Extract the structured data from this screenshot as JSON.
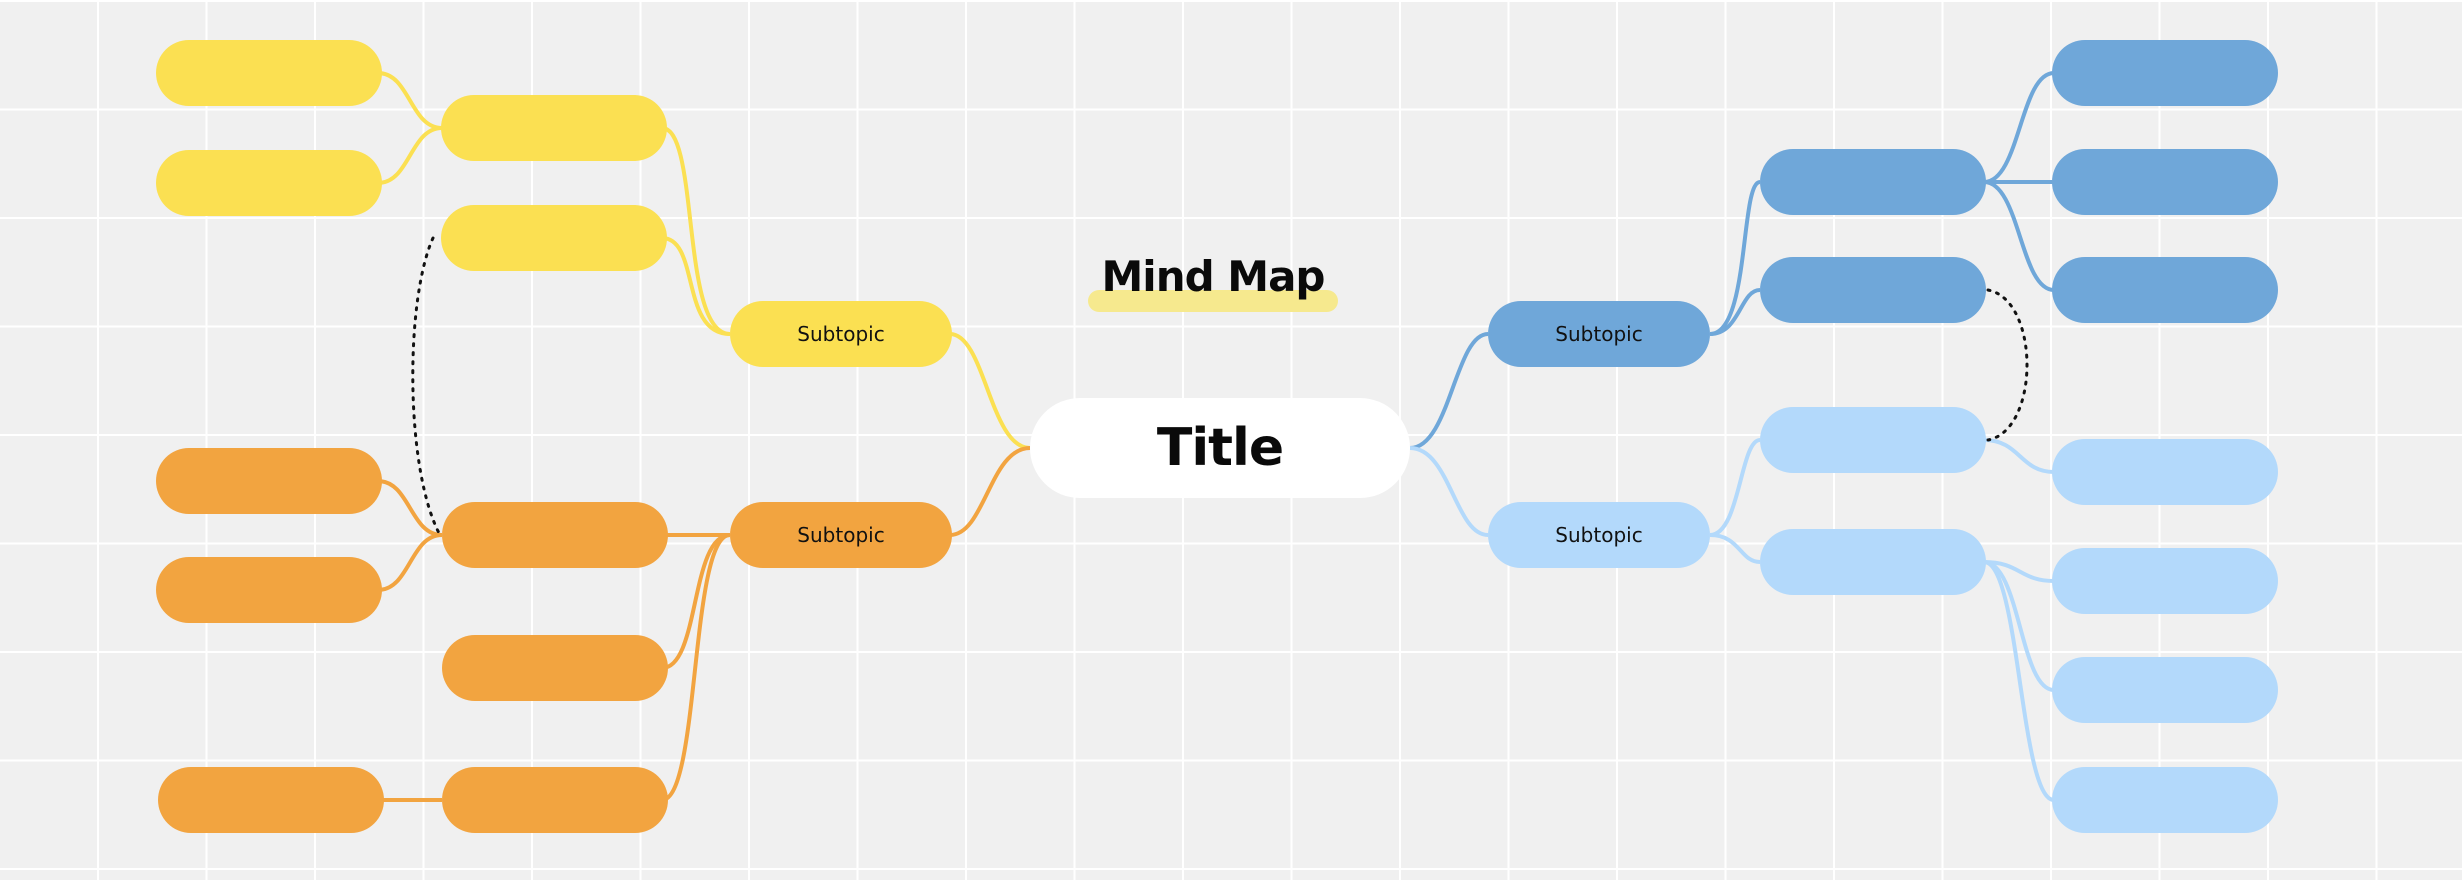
{
  "title": "Mind Map",
  "root": {
    "label": "Title"
  },
  "colors": {
    "yellow": "#fbe052",
    "orange": "#f2a440",
    "blue": "#6fa7d9",
    "lightblue": "#b3d9fb",
    "root": "#ffffff",
    "background": "#f0f0f0",
    "grid": "#ffffff"
  },
  "branches": [
    {
      "id": "yellow",
      "side": "left",
      "label": "Subtopic",
      "children": [
        {
          "children": [
            {},
            {}
          ]
        },
        {
          "children": []
        }
      ]
    },
    {
      "id": "orange",
      "side": "left",
      "label": "Subtopic",
      "children": [
        {
          "children": [
            {},
            {}
          ]
        },
        {
          "children": []
        },
        {
          "children": [
            {}
          ]
        }
      ]
    },
    {
      "id": "blue",
      "side": "right",
      "label": "Subtopic",
      "children": [
        {
          "children": [
            {},
            {},
            {}
          ]
        },
        {
          "children": []
        }
      ]
    },
    {
      "id": "lightblue",
      "side": "right",
      "label": "Subtopic",
      "children": [
        {
          "children": [
            {}
          ]
        },
        {
          "children": [
            {},
            {},
            {}
          ]
        }
      ]
    }
  ],
  "relationships": [
    {
      "from": "yellow.1",
      "to": "orange.0",
      "style": "dotted"
    },
    {
      "from": "blue.1",
      "to": "lightblue.0",
      "style": "dotted"
    }
  ]
}
